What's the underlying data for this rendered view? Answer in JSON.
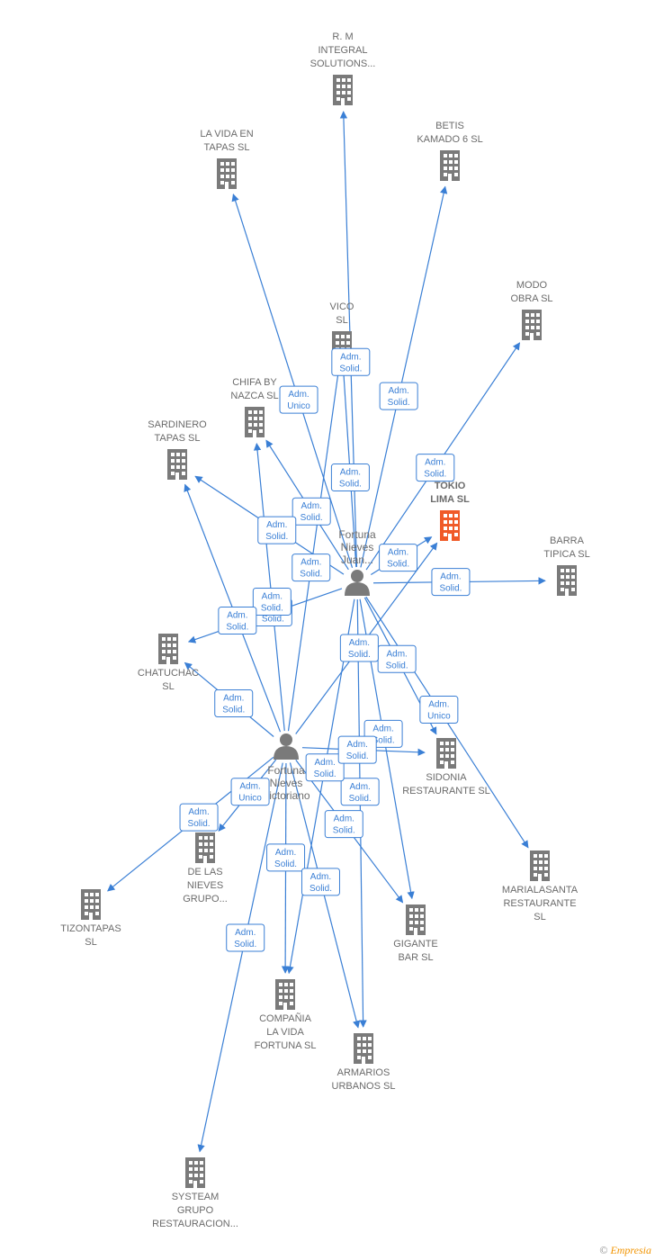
{
  "persons": [
    {
      "id": "p1",
      "lines": [
        "Fortuna",
        "Nieves",
        "Juan..."
      ]
    },
    {
      "id": "p2",
      "lines": [
        "Fortuna",
        "Nieves",
        "Victoriano"
      ]
    }
  ],
  "companies": [
    {
      "id": "rm",
      "lines": [
        "R.  M",
        "INTEGRAL",
        "SOLUTIONS..."
      ],
      "focus": false
    },
    {
      "id": "lavida",
      "lines": [
        "LA VIDA EN",
        "TAPAS  SL"
      ],
      "focus": false
    },
    {
      "id": "betis",
      "lines": [
        "BETIS",
        "KAMADO 6  SL"
      ],
      "focus": false
    },
    {
      "id": "modo",
      "lines": [
        "MODO",
        "OBRA  SL"
      ],
      "focus": false
    },
    {
      "id": "vico",
      "lines": [
        "VICO",
        "SL"
      ],
      "focus": false
    },
    {
      "id": "chifa",
      "lines": [
        "CHIFA BY",
        "NAZCA  SL"
      ],
      "focus": false
    },
    {
      "id": "sardinero",
      "lines": [
        "SARDINERO",
        "TAPAS  SL"
      ],
      "focus": false
    },
    {
      "id": "tokio",
      "lines": [
        "TOKIO",
        "LIMA  SL"
      ],
      "focus": true
    },
    {
      "id": "barra",
      "lines": [
        "BARRA",
        "TIPICA  SL"
      ],
      "focus": false
    },
    {
      "id": "chatuchac",
      "lines": [
        "CHATUCHAC",
        "SL"
      ],
      "focus": false
    },
    {
      "id": "sidonia",
      "lines": [
        "SIDONIA",
        "RESTAURANTE SL"
      ],
      "focus": false
    },
    {
      "id": "delasnieves",
      "lines": [
        "DE LAS",
        "NIEVES",
        "GRUPO..."
      ],
      "focus": false
    },
    {
      "id": "marialasanta",
      "lines": [
        "MARIALASANTA",
        "RESTAURANTE",
        "SL"
      ],
      "focus": false
    },
    {
      "id": "tizontapas",
      "lines": [
        "TIZONTAPAS",
        "SL"
      ],
      "focus": false
    },
    {
      "id": "gigante",
      "lines": [
        "GIGANTE",
        "BAR  SL"
      ],
      "focus": false
    },
    {
      "id": "compania",
      "lines": [
        "COMPAÑIA",
        "LA VIDA",
        "FORTUNA  SL"
      ],
      "focus": false
    },
    {
      "id": "armarios",
      "lines": [
        "ARMARIOS",
        "URBANOS  SL"
      ],
      "focus": false
    },
    {
      "id": "systeam",
      "lines": [
        "SYSTEAM",
        "GRUPO",
        "RESTAURACION..."
      ],
      "focus": false
    }
  ],
  "relations": [
    {
      "from": "p1",
      "to": "rm",
      "lines": [
        "Adm.",
        "Solid."
      ]
    },
    {
      "from": "p1",
      "to": "lavida",
      "lines": [
        "Adm.",
        "Unico"
      ]
    },
    {
      "from": "p1",
      "to": "betis",
      "lines": [
        "Adm.",
        "Solid."
      ]
    },
    {
      "from": "p1",
      "to": "modo",
      "lines": [
        "Adm.",
        "Solid."
      ]
    },
    {
      "from": "p1",
      "to": "vico",
      "lines": [
        "Adm.",
        "Solid."
      ]
    },
    {
      "from": "p1",
      "to": "chifa",
      "lines": [
        "Adm.",
        "Solid."
      ]
    },
    {
      "from": "p1",
      "to": "sardinero",
      "lines": [
        "Adm.",
        "Solid."
      ]
    },
    {
      "from": "p1",
      "to": "tokio",
      "lines": [
        "Adm.",
        "Solid."
      ]
    },
    {
      "from": "p1",
      "to": "barra",
      "lines": [
        "Adm.",
        "Solid."
      ]
    },
    {
      "from": "p1",
      "to": "chatuchac",
      "lines": [
        "Adm.",
        "Solid."
      ]
    },
    {
      "from": "p1",
      "to": "sidonia",
      "lines": [
        "Adm.",
        "Solid."
      ]
    },
    {
      "from": "p1",
      "to": "marialasanta",
      "lines": [
        "Adm.",
        "Unico"
      ]
    },
    {
      "from": "p1",
      "to": "gigante",
      "lines": [
        "Adm.",
        "Solid."
      ]
    },
    {
      "from": "p1",
      "to": "armarios",
      "lines": [
        "Adm.",
        "Solid."
      ]
    },
    {
      "from": "p1",
      "to": "compania",
      "lines": [
        "Adm.",
        "Solid."
      ]
    },
    {
      "from": "p2",
      "to": "vico",
      "lines": [
        "Adm.",
        "Solid."
      ]
    },
    {
      "from": "p2",
      "to": "chifa",
      "lines": [
        "Adm.",
        "Solid."
      ]
    },
    {
      "from": "p2",
      "to": "sardinero",
      "lines": [
        "Adm.",
        "Solid."
      ]
    },
    {
      "from": "p2",
      "to": "tokio",
      "lines": [
        "Adm.",
        "Solid."
      ]
    },
    {
      "from": "p2",
      "to": "chatuchac",
      "lines": [
        "Adm.",
        "Solid."
      ]
    },
    {
      "from": "p2",
      "to": "sidonia",
      "lines": [
        "Adm.",
        "Solid."
      ]
    },
    {
      "from": "p2",
      "to": "delasnieves",
      "lines": [
        "Adm.",
        "Unico"
      ]
    },
    {
      "from": "p2",
      "to": "tizontapas",
      "lines": [
        "Adm.",
        "Solid."
      ]
    },
    {
      "from": "p2",
      "to": "gigante",
      "lines": [
        "Adm.",
        "Solid."
      ]
    },
    {
      "from": "p2",
      "to": "compania",
      "lines": [
        "Adm.",
        "Solid."
      ]
    },
    {
      "from": "p2",
      "to": "armarios",
      "lines": [
        "Adm.",
        "Solid."
      ]
    },
    {
      "from": "p2",
      "to": "systeam",
      "lines": [
        "Adm.",
        "Solid."
      ]
    }
  ],
  "colors": {
    "edge": "#3a7fd5",
    "building": "#7a7a7a",
    "focus_building": "#f05a28",
    "person": "#7a7a7a"
  },
  "footer": {
    "copyright": "©",
    "brand": "Empresia"
  }
}
